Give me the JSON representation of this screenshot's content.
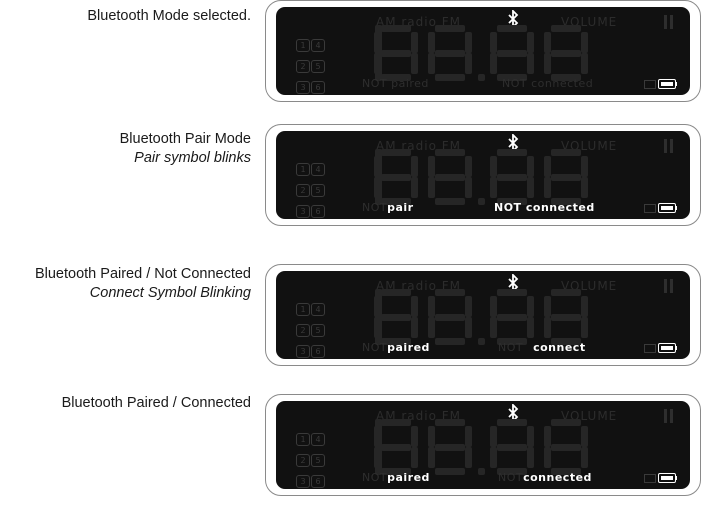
{
  "display": {
    "band_label": "AM radio FM",
    "volume_label": "VOLUME",
    "presets": [
      "1",
      "4",
      "2",
      "5",
      "3",
      "6"
    ]
  },
  "states": [
    {
      "caption": "Bluetooth Mode selected.",
      "subcaption": "",
      "left_label_dim": "NOT paired",
      "left_label_lit": "",
      "right_label_dim": "NOT connected",
      "right_label_lit": ""
    },
    {
      "caption": "Bluetooth Pair Mode",
      "subcaption": "Pair symbol blinks",
      "left_label_dim": "NOT",
      "left_label_lit": "pair",
      "right_label_dim": "",
      "right_label_lit": "NOT connected"
    },
    {
      "caption": "Bluetooth Paired / Not Connected",
      "subcaption": "Connect Symbol Blinking",
      "left_label_dim": "NOT",
      "left_label_lit": "paired",
      "right_label_dim": "NOT",
      "right_label_lit": "connect"
    },
    {
      "caption": "Bluetooth Paired / Connected",
      "subcaption": "",
      "left_label_dim": "NOT",
      "left_label_lit": "paired",
      "right_label_dim": "NOT",
      "right_label_lit": "connected"
    }
  ]
}
